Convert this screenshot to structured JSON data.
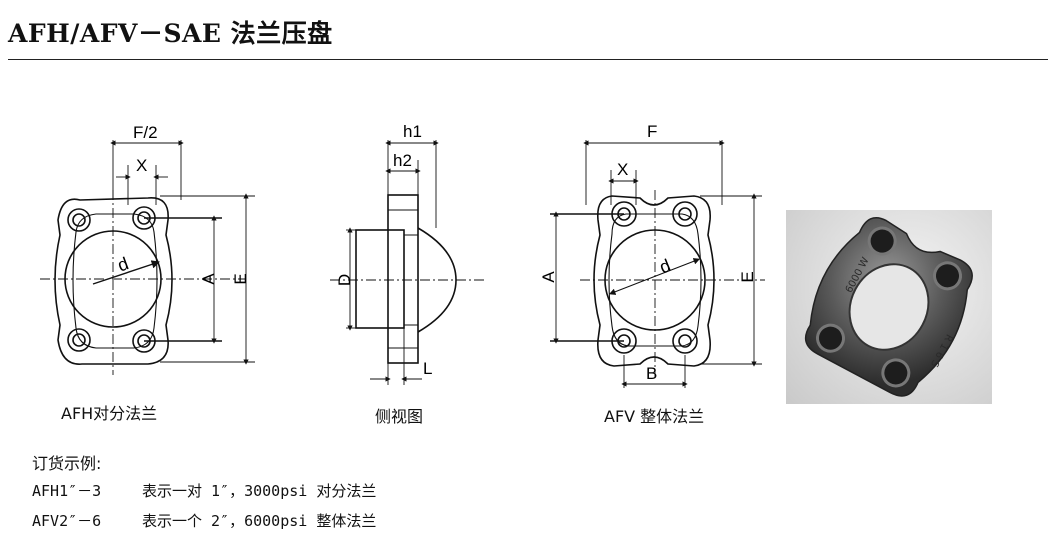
{
  "header": {
    "title": "AFH/AFV－SAE 法兰压盘"
  },
  "dimensions": {
    "f_half": "F/2",
    "x": "X",
    "d": "d",
    "a": "A",
    "e": "E",
    "h1": "h1",
    "h2": "h2",
    "D": "D",
    "L": "L",
    "F": "F",
    "B": "B"
  },
  "captions": {
    "afh": "AFH对分法兰",
    "side": "侧视图",
    "afv": "AFV 整体法兰"
  },
  "photo_marks": {
    "left": "6000 W",
    "right": "R 1 6 S"
  },
  "ordering": {
    "heading": "订货示例:",
    "examples": [
      {
        "code": "AFH1″－3",
        "desc": "表示一对 1″，3000psi 对分法兰"
      },
      {
        "code": "AFV2″－6",
        "desc": "表示一个 2″，6000psi 整体法兰"
      }
    ]
  }
}
